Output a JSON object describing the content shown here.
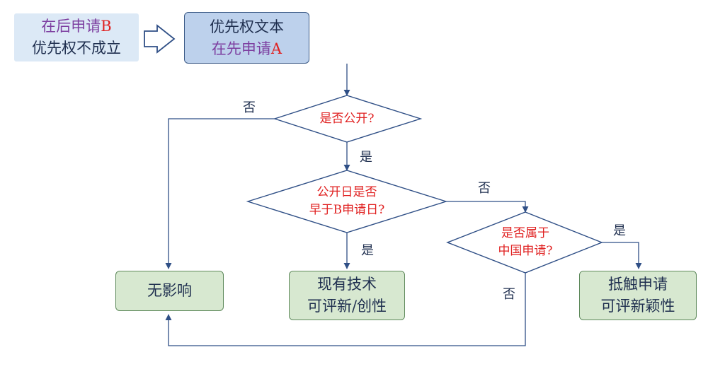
{
  "colors": {
    "line": "#2f4f86",
    "decision_text": "#e02020",
    "letter_b": "#7d3fa0",
    "letter_a": "#e02020",
    "box_blue_fill": "#bdd1ec",
    "box_green_fill": "#d7e8d0",
    "box_topleft_fill": "#dce9f6"
  },
  "nodes": {
    "later_app": {
      "line1_prefix": "在后申请",
      "line1_letter": "B",
      "line2": "优先权不成立"
    },
    "priority_doc": {
      "line1": "优先权文本",
      "line2_prefix": "在先申请",
      "line2_letter": "A"
    },
    "q_published": {
      "line1": "是否公开?"
    },
    "q_pubdate": {
      "line1": "公开日是否",
      "line2": "早于B申请日?"
    },
    "q_chinese": {
      "line1": "是否属于",
      "line2": "中国申请?"
    },
    "no_effect": {
      "line1": "无影响"
    },
    "prior_art": {
      "line1": "现有技术",
      "line2": "可评新/创性"
    },
    "conflicting": {
      "line1": "抵触申请",
      "line2": "可评新颖性"
    }
  },
  "edges": {
    "published_no": "否",
    "published_yes": "是",
    "pubdate_no": "否",
    "pubdate_yes": "是",
    "chinese_yes": "是",
    "chinese_no": "否"
  }
}
